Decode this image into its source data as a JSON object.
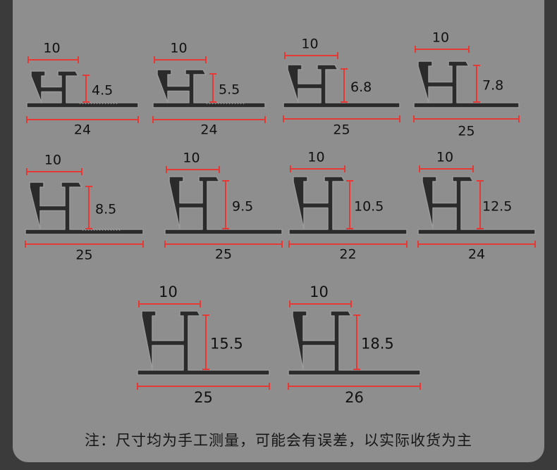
{
  "colors": {
    "background": "#3b3b3b",
    "panel": "#8e8e8e",
    "profile_fill": "#2b2b2b",
    "profile_edge": "#9a9a9a",
    "dimension_line": "#e53935",
    "text": "#111111"
  },
  "profiles": [
    {
      "top_width": "10",
      "height": "4.5",
      "base_length": "24",
      "serrated_base": true
    },
    {
      "top_width": "10",
      "height": "5.5",
      "base_length": "24",
      "serrated_base": true
    },
    {
      "top_width": "10",
      "height": "6.8",
      "base_length": "25",
      "serrated_base": false
    },
    {
      "top_width": "10",
      "height": "7.8",
      "base_length": "25",
      "serrated_base": false
    },
    {
      "top_width": "10",
      "height": "8.5",
      "base_length": "25",
      "serrated_base": true
    },
    {
      "top_width": "10",
      "height": "9.5",
      "base_length": "25",
      "serrated_base": false
    },
    {
      "top_width": "10",
      "height": "10.5",
      "base_length": "22",
      "serrated_base": false
    },
    {
      "top_width": "10",
      "height": "12.5",
      "base_length": "24",
      "serrated_base": false
    },
    {
      "top_width": "10",
      "height": "15.5",
      "base_length": "25",
      "serrated_base": false
    },
    {
      "top_width": "10",
      "height": "18.5",
      "base_length": "26",
      "serrated_base": false
    }
  ],
  "note": "注：尺寸均为手工测量，可能会有误差，以实际收货为主"
}
